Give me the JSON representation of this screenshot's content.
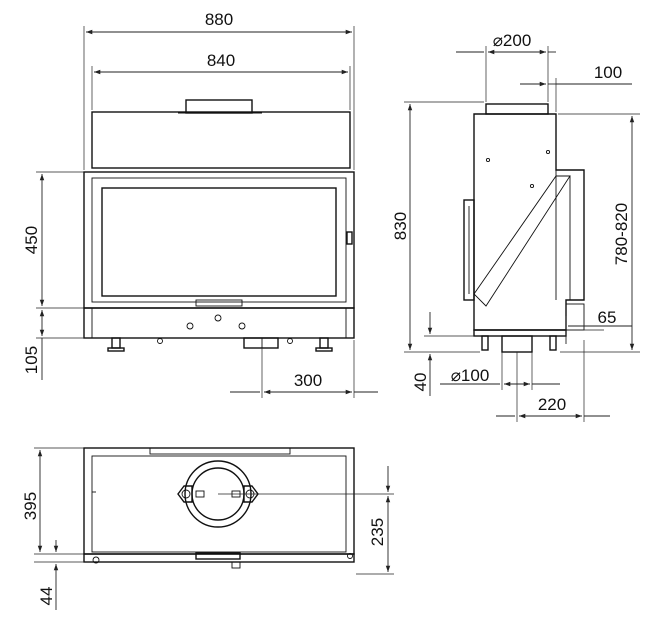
{
  "dimensions": {
    "front_outer_width": "880",
    "front_inner_width": "840",
    "front_glass_height": "450",
    "front_base_height": "105",
    "front_outlet_offset": "300",
    "side_flue_diameter": "⌀200",
    "side_top_offset": "100",
    "side_total_height": "830",
    "side_adjust_height": "780-820",
    "side_bottom_step": "65",
    "side_foot_height": "40",
    "side_air_diameter": "⌀100",
    "side_air_offset": "220",
    "top_depth": "395",
    "top_center_offset": "235",
    "top_front_step": "44"
  }
}
